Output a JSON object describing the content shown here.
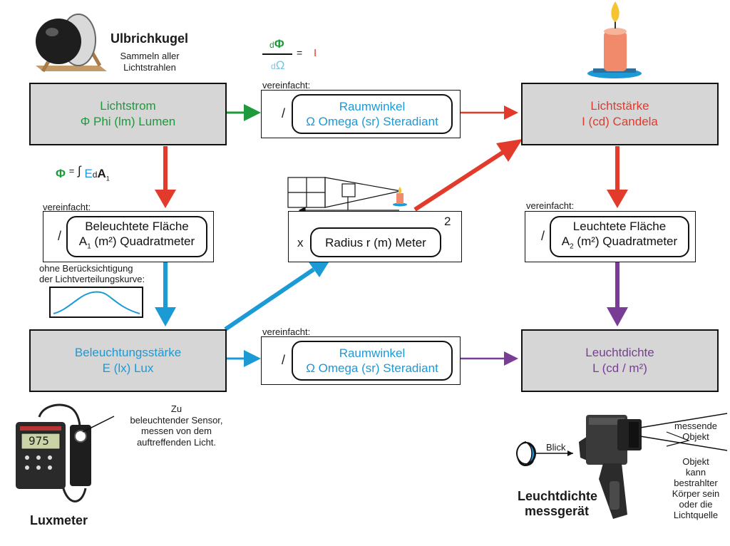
{
  "ulbricht": {
    "title": "Ulbrichkugel",
    "sub1": "Sammeln aller",
    "sub2": "Lichtstrahlen"
  },
  "formula_top": {
    "num_prefix": "d",
    "num_sym": "Φ",
    "den_prefix": "d",
    "den_sym": "Ω",
    "equals": "=",
    "result": "I"
  },
  "formula_phi": {
    "lhs": "Φ",
    "eq": "=",
    "integral": "∫",
    "e": "E",
    "d": "d",
    "a": "A",
    "sub": "1"
  },
  "lichtstrom": {
    "line1": "Lichtstrom",
    "line2": "Φ Phi (lm) Lumen"
  },
  "lichtstaerke": {
    "line1": "Lichtstärke",
    "line2": "I (cd) Candela"
  },
  "beleuchtungsstaerke": {
    "line1": "Beleuchtungsstärke",
    "line2": "E (lx) Lux"
  },
  "leuchtdichte": {
    "line1": "Leuchtdichte",
    "line2": "L (cd / m²)"
  },
  "raumwinkel_top": {
    "label": "vereinfacht:",
    "op": "/",
    "line1": "Raumwinkel",
    "line2": "Ω Omega (sr) Steradiant"
  },
  "raumwinkel_bottom": {
    "label": "vereinfacht:",
    "op": "/",
    "line1": "Raumwinkel",
    "line2": "Ω Omega (sr) Steradiant"
  },
  "flaeche_left": {
    "label": "vereinfacht:",
    "op": "/",
    "line1": "Beleuchtete Fläche",
    "sym": "A",
    "sub": "1",
    "rest": " (m²) Quadratmeter"
  },
  "flaeche_right": {
    "label": "vereinfacht:",
    "op": "/",
    "line1": "Leuchtete Fläche",
    "sym": "A",
    "sub": "2",
    "rest": " (m²) Quadratmeter"
  },
  "radius": {
    "op": "x",
    "text": "Radius r (m) Meter",
    "exp": "2"
  },
  "lvk_note": {
    "line1": "ohne Berücksichtigung",
    "line2": "der Lichtverteilungskurve:"
  },
  "sensor_note": {
    "line1": "Zu",
    "line2": "beleuchtender Sensor,",
    "line3": "messen von dem",
    "line4": "auftreffenden Licht."
  },
  "luxmeter": {
    "title": "Luxmeter",
    "display": "975"
  },
  "leuchtdichtemessgeraet": {
    "title1": "Leuchtdichte",
    "title2": "messgerät",
    "blick": "Blick"
  },
  "objekt_note": {
    "l1": "messende",
    "l2": "Objekt",
    "l3": "Objekt",
    "l4": "kann",
    "l5": "bestrahlter",
    "l6": "Körper sein",
    "l7": "oder die",
    "l8": "Lichtquelle"
  },
  "colors": {
    "green": "#1c9a3c",
    "red": "#e23a2b",
    "blue": "#1b9ad6",
    "purple": "#7a3d96",
    "box_gray": "#d6d6d6"
  }
}
